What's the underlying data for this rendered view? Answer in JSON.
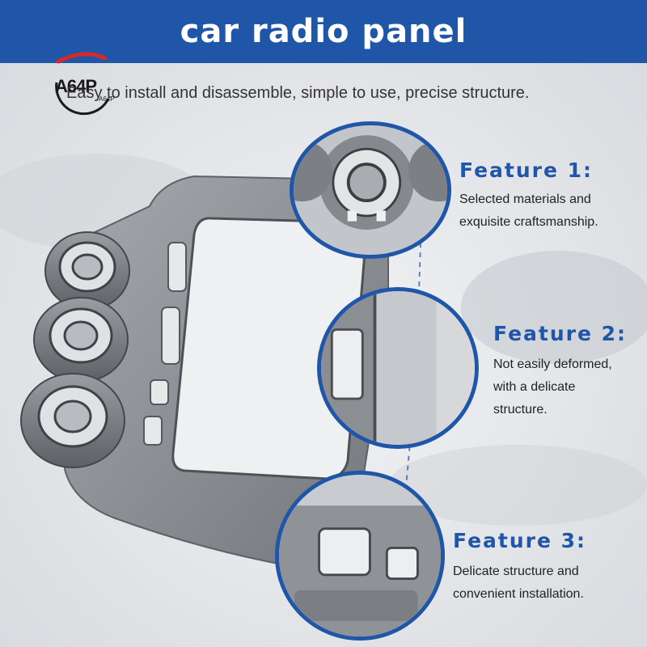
{
  "header": {
    "title": "car radio panel"
  },
  "logo": {
    "main": "A64P",
    "sub": "A64P"
  },
  "subtitle": "Easy to install and disassemble, simple to use, precise structure.",
  "features": [
    {
      "title": "Feature 1:",
      "lines": [
        "Selected materials and",
        "exquisite craftsmanship."
      ]
    },
    {
      "title": "Feature 2:",
      "lines": [
        "Not easily deformed,",
        "with a delicate",
        "structure."
      ]
    },
    {
      "title": "Feature 3:",
      "lines": [
        "Delicate structure and",
        "convenient installation."
      ]
    }
  ],
  "colors": {
    "brand_blue": "#1f56a8",
    "panel_gray": "#8e9196",
    "background": "#e9ebee"
  }
}
